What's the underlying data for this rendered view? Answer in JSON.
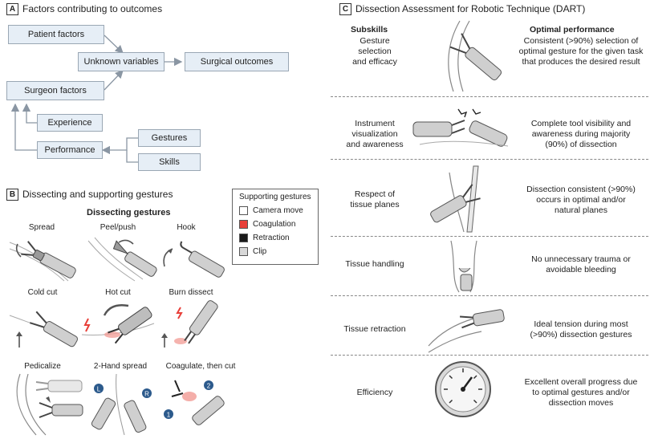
{
  "panelA": {
    "letter": "A",
    "title": "Factors contributing to outcomes",
    "boxes": {
      "patient": "Patient factors",
      "unknown": "Unknown variables",
      "outcomes": "Surgical outcomes",
      "surgeon": "Surgeon factors",
      "experience": "Experience",
      "performance": "Performance",
      "gestures": "Gestures",
      "skills": "Skills"
    }
  },
  "panelB": {
    "letter": "B",
    "title": "Dissecting and supporting gestures",
    "dissecting_heading": "Dissecting gestures",
    "gestures": [
      "Spread",
      "Peel/push",
      "Hook",
      "Cold cut",
      "Hot cut",
      "Burn dissect",
      "Pedicalize",
      "2-Hand spread",
      "Coagulate, then cut"
    ],
    "badges": {
      "left": "L",
      "right": "R",
      "one": "1",
      "two": "2"
    },
    "legend": {
      "title": "Supporting gestures",
      "items": [
        {
          "label": "Camera move",
          "color": "#ffffff"
        },
        {
          "label": "Coagulation",
          "color": "#e8403a"
        },
        {
          "label": "Retraction",
          "color": "#1a1a1a"
        },
        {
          "label": "Clip",
          "color": "#d8d8d8"
        }
      ]
    }
  },
  "panelC": {
    "letter": "C",
    "title": "Dissection Assessment for Robotic Technique (DART)",
    "subskills_header": "Subskills",
    "performance_header": "Optimal performance",
    "rows": [
      {
        "skill": "Gesture\nselection\nand efficacy",
        "perf": "Consistent (>90%) selection of\noptimal gesture for the given task\nthat produces the desired result"
      },
      {
        "skill": "Instrument\nvisualization\nand awareness",
        "perf": "Complete tool visibility and\nawareness during majority\n(90%) of dissection"
      },
      {
        "skill": "Respect of\ntissue planes",
        "perf": "Dissection consistent (>90%)\noccurs in optimal and/or\nnatural planes"
      },
      {
        "skill": "Tissue handling",
        "perf": "No unnecessary trauma or\navoidable bleeding"
      },
      {
        "skill": "Tissue retraction",
        "perf": "Ideal tension during most\n(>90%) dissection gestures"
      },
      {
        "skill": "Efficiency",
        "perf": "Excellent overall progress due\nto optimal gestures and/or\ndissection moves"
      }
    ]
  },
  "colors": {
    "box_fill": "#e6eef6",
    "box_border": "#9aa7b4",
    "arrow": "#8a96a3",
    "accent_red": "#e8403a",
    "badge_blue": "#2c5a8c"
  }
}
